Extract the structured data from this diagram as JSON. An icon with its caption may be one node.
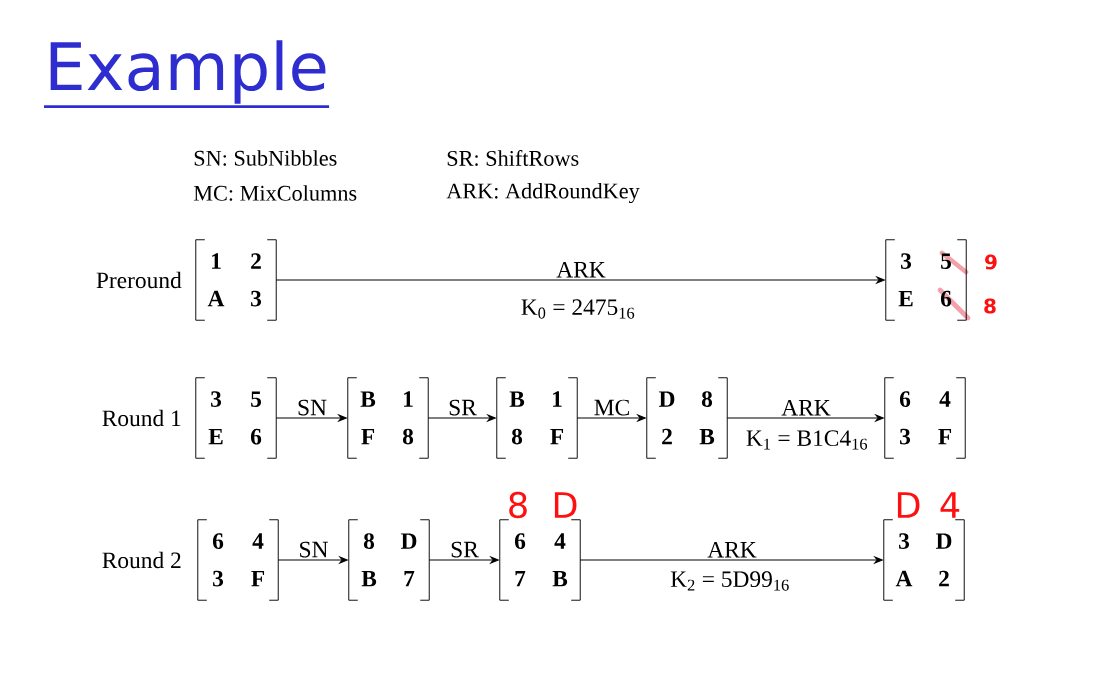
{
  "diagram": {
    "title": "Example",
    "nodes": [
      {
        "text": [
          "1",
          "2",
          "A",
          "3"
        ]
      },
      {
        "text": [
          "3",
          "5",
          "E",
          "6"
        ]
      },
      {
        "text": [
          "3",
          "5",
          "E",
          "6"
        ]
      },
      {
        "text": [
          "B",
          "1",
          "F",
          "8"
        ]
      },
      {
        "text": [
          "B",
          "1",
          "8",
          "F"
        ]
      },
      {
        "text": [
          "D",
          "8",
          "2",
          "B"
        ]
      },
      {
        "text": [
          "6",
          "4",
          "3",
          "F"
        ]
      },
      {
        "text": [
          "6",
          "4",
          "3",
          "F"
        ]
      },
      {
        "text": [
          "8",
          "D",
          "B",
          "7"
        ]
      },
      {
        "text": [
          "6",
          "4",
          "7",
          "B"
        ]
      },
      {
        "text": [
          "3",
          "D",
          "A",
          "2"
        ]
      }
    ],
    "edges": [
      {
        "from": 0,
        "to": 1,
        "arrow": "to",
        "label": "ARK"
      },
      {
        "from": 2,
        "to": 3,
        "arrow": "to",
        "label": "SN"
      },
      {
        "from": 3,
        "to": 4,
        "arrow": "to",
        "label": "SR"
      },
      {
        "from": 4,
        "to": 5,
        "arrow": "to",
        "label": "MC"
      },
      {
        "from": 5,
        "to": 6,
        "arrow": "to",
        "label": "ARK"
      },
      {
        "from": 7,
        "to": 8,
        "arrow": "to",
        "label": "SN"
      },
      {
        "from": 8,
        "to": 9,
        "arrow": "to",
        "label": "SR"
      },
      {
        "from": 9,
        "to": 10,
        "arrow": "to",
        "label": "ARK"
      }
    ],
    "labels": [
      "SN: SubNibbles",
      "SR: ShiftRows",
      "MC: MixColumns",
      "ARK: AddRoundKey",
      "Preround",
      "K$_{0}$ = 2475$_{16}$",
      "9",
      "8",
      "Round 1",
      "K$_{1}$ = B1C4$_{16}$",
      "Round 2",
      "8",
      "D",
      "D",
      "4",
      "K$_{2}$ = 5D99$_{16}$"
    ]
  }
}
